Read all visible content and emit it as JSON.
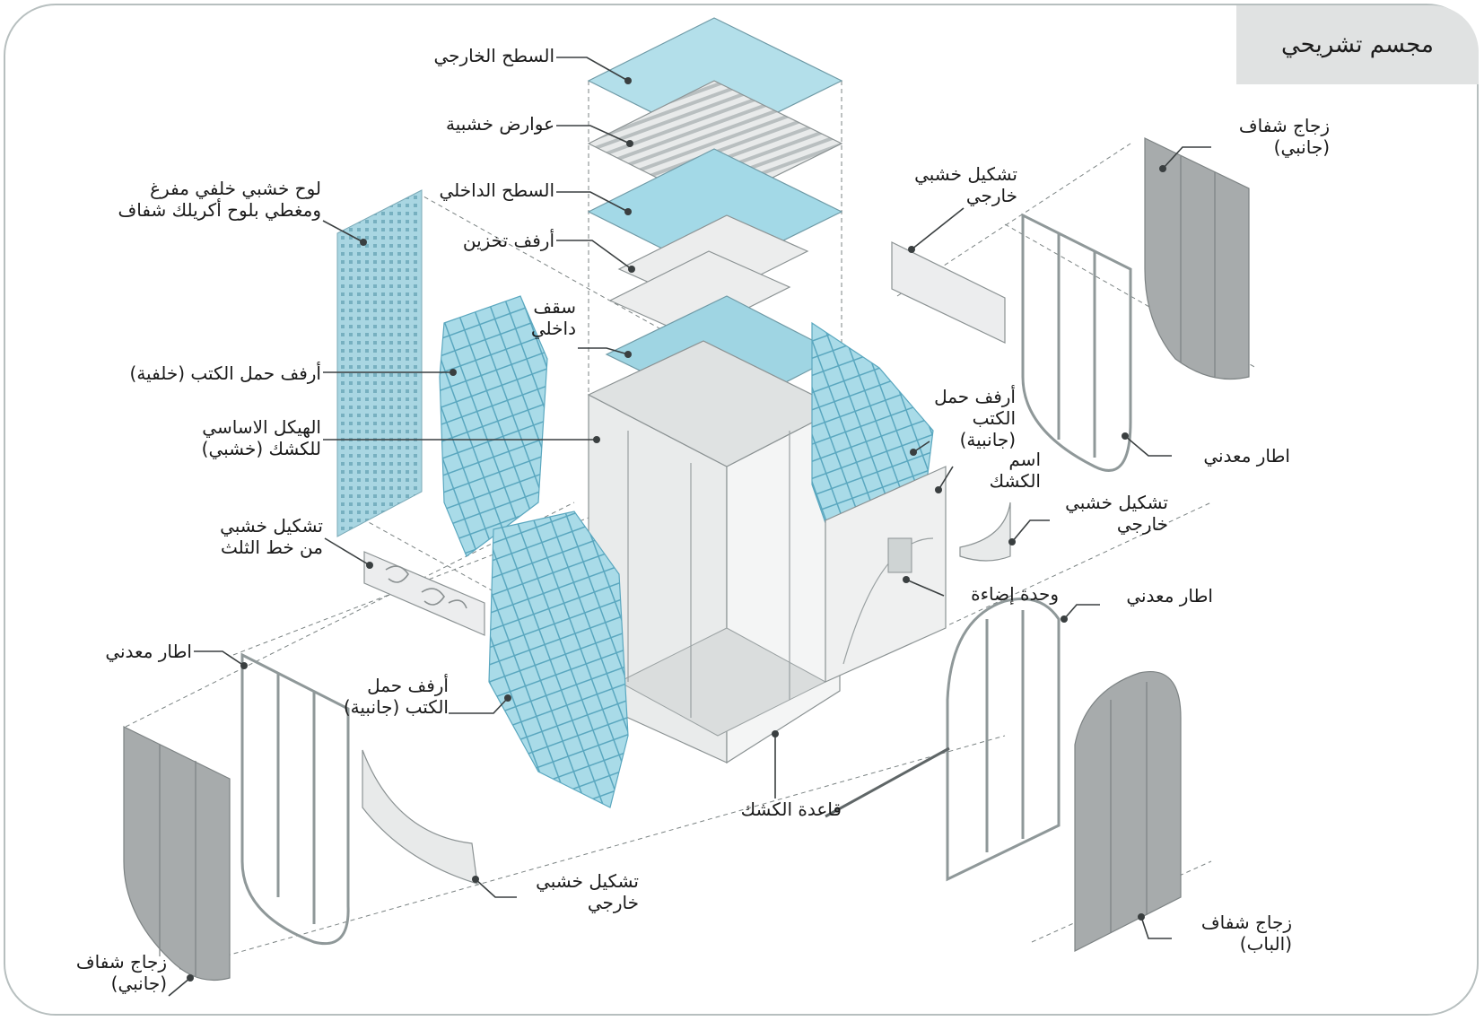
{
  "title": "مجسم تشريحي",
  "labels": {
    "outer_surface": "السطح الخارجي",
    "wooden_beams": "عوارض خشبية",
    "inner_surface": "السطح الداخلي",
    "storage_shelves": "أرفف تخزين",
    "inner_ceiling": "سقف\nداخلي",
    "back_panel": "لوح خشبي خلفي مفرغ\nومغطي بلوح أكريلك شفاف",
    "shelves_back": "أرفف حمل الكتب (خلفية)",
    "main_structure": "الهيكل الاساسي\nللكشك (خشبي)",
    "wood_thuluth": "تشكيل خشبي\nمن خط الثلث",
    "metal_frame_left": "اطار معدني",
    "shelves_side_left": "أرفف حمل\nالكتب (جانبية)",
    "glass_side_bottom_left": "زجاج شفاف\n(جانبي)",
    "wood_external_bottom": "تشكيل خشبي\nخارجي",
    "kiosk_base": "قاعدة الكشك",
    "wood_external_top": "تشكيل خشبي\nخارجي",
    "glass_side_top_right": "زجاج شفاف\n(جانبي)",
    "shelves_side_right": "أرفف حمل\nالكتب (جانبية)",
    "kiosk_name": "اسم\nالكشك",
    "metal_frame_right": "اطار معدني",
    "wood_external_right": "تشكيل خشبي\nخارجي",
    "lighting_unit": "وحدة إضاءة",
    "metal_frame_door": "اطار معدني",
    "glass_door": "زجاج شفاف\n(الباب)"
  },
  "colors": {
    "glass_blue": "#a9dbe8",
    "glass_blue_dark": "#6fbdd4",
    "frame_gray": "#9aa3a4",
    "glass_gray": "#a9adae",
    "wood_white": "#eceded",
    "leader": "#3a3f40",
    "title_bg": "#e0e2e2",
    "border": "#b7bfbf"
  }
}
